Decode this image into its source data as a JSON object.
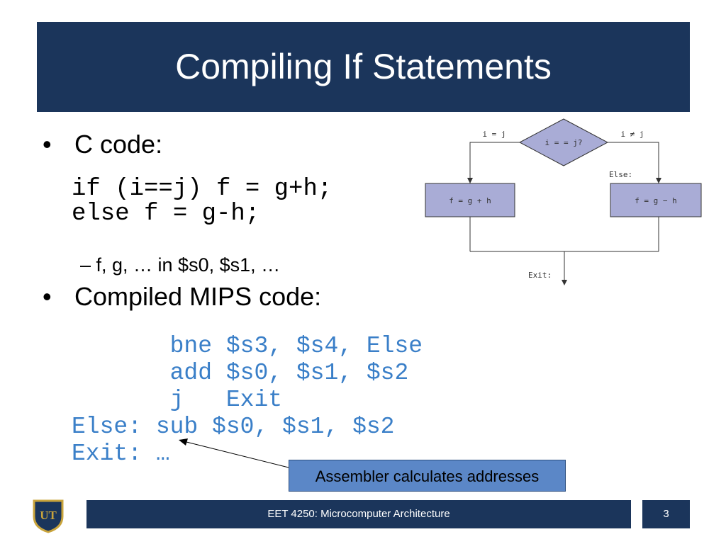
{
  "slide": {
    "title": "Compiling If Statements",
    "bullets": [
      {
        "bullet": "•",
        "text": "C code:"
      },
      {
        "bullet": "•",
        "text": "Compiled MIPS code:"
      }
    ],
    "c_code": "if (i==j) f = g+h;\nelse f = g-h;",
    "sub_bullet": "– f, g, … in $s0, $s1, …",
    "mips_code": "       bne $s3, $s4, Else\n       add $s0, $s1, $s2\n       j   Exit\nElse: sub $s0, $s1, $s2\nExit: …",
    "callout": "Assembler calculates addresses"
  },
  "flowchart": {
    "decision": "i = = j?",
    "left_branch": "i = j",
    "right_branch": "i ≠ j",
    "left_box": "f = g + h",
    "right_box": "f = g − h",
    "else_label": "Else:",
    "exit_label": "Exit:",
    "colors": {
      "box_fill": "#a9acd6",
      "line": "#333333"
    }
  },
  "footer": {
    "course": "EET 4250: Microcomputer Architecture",
    "page": "3",
    "logo_text": "UT"
  },
  "colors": {
    "accent": "#1b355b",
    "code": "#3a7fc8",
    "callout": "#5b87c7"
  }
}
